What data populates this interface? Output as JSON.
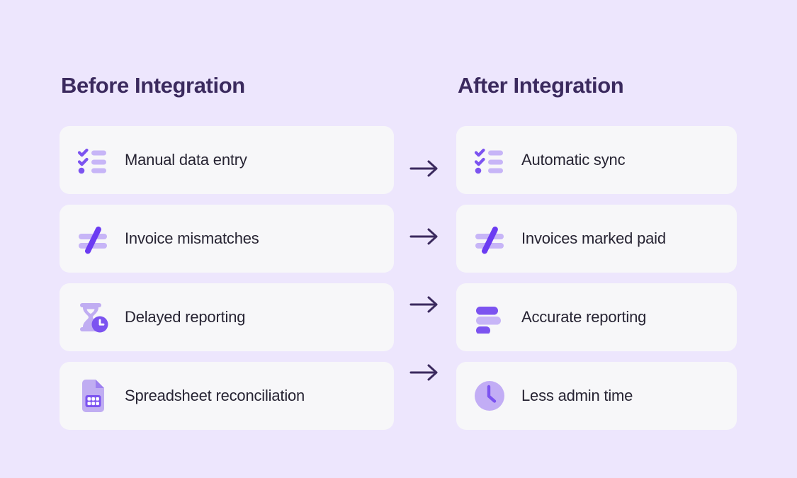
{
  "theme": {
    "background": "#EDE6FD",
    "card_background": "#F7F7F9",
    "heading_color": "#3B2A5E",
    "label_color": "#272433",
    "accent_purple": "#7C53F0",
    "accent_light_purple": "#C7B5F7",
    "arrow_color": "#3B2A5E"
  },
  "columns": [
    {
      "id": "before",
      "heading": "Before Integration",
      "rows": [
        {
          "icon": "checklist-icon",
          "label": "Manual data entry"
        },
        {
          "icon": "not-equal-icon",
          "label": "Invoice mismatches"
        },
        {
          "icon": "hourglass-clock-icon",
          "label": "Delayed reporting"
        },
        {
          "icon": "spreadsheet-icon",
          "label": "Spreadsheet reconciliation"
        }
      ]
    },
    {
      "id": "after",
      "heading": "After Integration",
      "rows": [
        {
          "icon": "checklist-icon",
          "label": "Automatic sync"
        },
        {
          "icon": "not-equal-icon",
          "label": "Invoices marked paid"
        },
        {
          "icon": "bar-chart-icon",
          "label": "Accurate reporting"
        },
        {
          "icon": "clock-icon",
          "label": "Less admin time"
        }
      ]
    }
  ],
  "arrows": [
    {
      "glyph": "→"
    },
    {
      "glyph": "→"
    },
    {
      "glyph": "→"
    },
    {
      "glyph": "→"
    }
  ]
}
